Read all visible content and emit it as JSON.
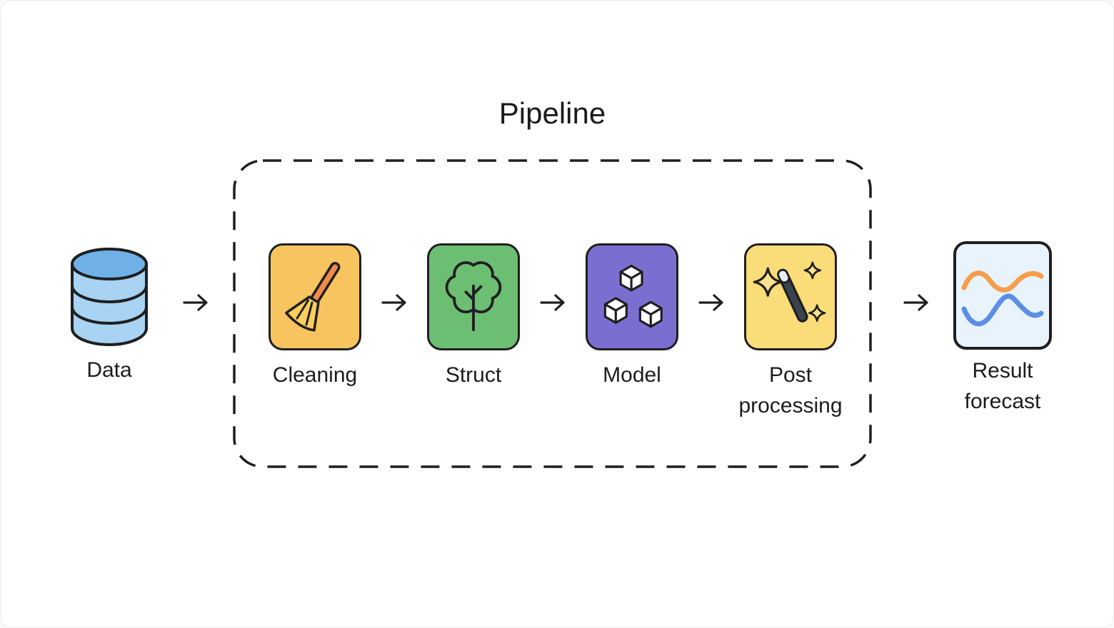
{
  "title": "Pipeline",
  "source": {
    "label": "Data",
    "icon": "database-icon"
  },
  "pipeline": {
    "steps": [
      {
        "label": "Cleaning",
        "icon": "broom-icon",
        "color": "#F8C45F"
      },
      {
        "label": "Struct",
        "icon": "tree-icon",
        "color": "#6CBE73"
      },
      {
        "label": "Model",
        "icon": "cubes-icon",
        "color": "#7A6FD1"
      },
      {
        "label": "Post processing",
        "icon": "magic-wand-icon",
        "color": "#FADC78"
      }
    ]
  },
  "output": {
    "label": "Result forecast",
    "icon": "forecast-chart-icon"
  },
  "connector_icon": "arrow-right-icon",
  "colors": {
    "ink": "#1F1F1F",
    "database_top": "#6FB1E7",
    "database_body": "#A8D3F2",
    "broom_handle": "#EF8A4D",
    "broom_head": "#F9CE5C",
    "wand_body": "#3A4250",
    "result_card_bg": "#E9F3FB",
    "wave_orange": "#F49E4C",
    "wave_blue": "#5C8EE6"
  }
}
